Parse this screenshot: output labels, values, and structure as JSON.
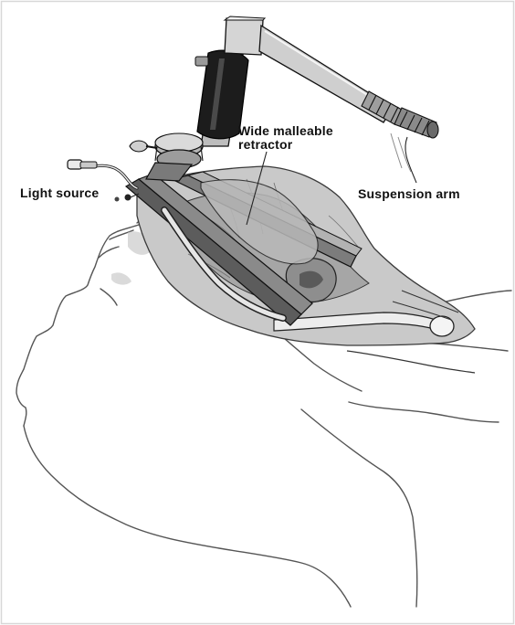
{
  "labels": {
    "light_source": "Light source",
    "retractor_line1": "Wide malleable",
    "retractor_line2": "retractor",
    "suspension_arm": "Suspension arm"
  }
}
